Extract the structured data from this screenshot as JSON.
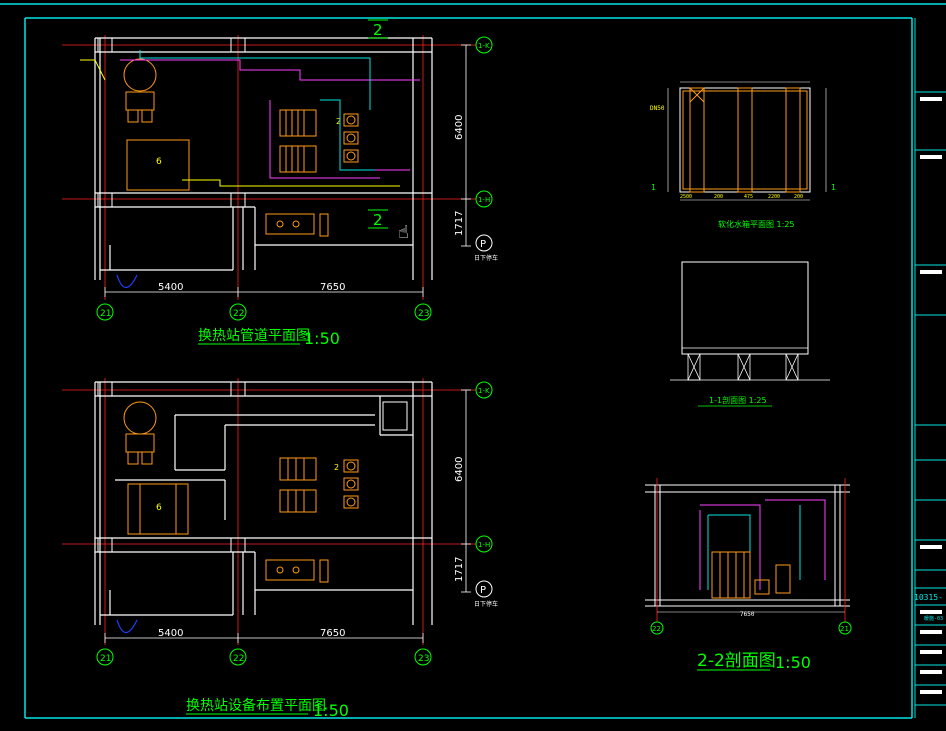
{
  "colors": {
    "frame": "#00e5e5",
    "wall": "#ffffff",
    "dim": "#ffffff",
    "title": "#00ff00",
    "grid_line": "#ff2020",
    "equipment": "#ff9a1a",
    "pipe_magenta": "#ff40ff",
    "pipe_cyan": "#00e5e5",
    "pipe_yellow": "#ffff00",
    "pipe_blue": "#2040ff",
    "axis_bubble": "#00ff00"
  },
  "plan_top": {
    "title": "换热站管道平面图",
    "scale": "1:50",
    "dim_left": "5400",
    "dim_right": "7650",
    "dim_v_top": "6400",
    "dim_v_bottom": "1717",
    "section_mark": "2",
    "axis_21": "21",
    "axis_22": "22",
    "axis_23": "23",
    "axis_1k": "1-K",
    "axis_1h": "1-H",
    "parking_symbol": "P",
    "parking_label": "日下停车",
    "equip_6": "6",
    "equip_2": "2"
  },
  "plan_bottom": {
    "title": "换热站设备布置平面图",
    "scale": "1:50",
    "dim_left": "5400",
    "dim_right": "7650",
    "dim_v_top": "6400",
    "dim_v_bottom": "1717",
    "axis_21": "21",
    "axis_22": "22",
    "axis_23": "23",
    "axis_1k": "1-K",
    "axis_1h": "1-H",
    "parking_symbol": "P",
    "parking_label": "日下停车",
    "equip_6": "6",
    "equip_2": "2"
  },
  "detail_tank_plan": {
    "title": "软化水箱平面图 1:25",
    "dims": [
      "2500",
      "200",
      "475",
      "2200",
      "200"
    ],
    "label_left": "DN50",
    "mark_l": "1",
    "mark_r": "1"
  },
  "detail_section_11": {
    "title": "1-1剖面图 1:25"
  },
  "detail_section_22": {
    "title": "2-2剖面图",
    "scale": "1:50",
    "dim_bottom": "7650",
    "axis_22": "22",
    "axis_21": "21"
  },
  "title_block": {
    "drawing_no": "10315-",
    "sheet_no": "暖施-03"
  }
}
